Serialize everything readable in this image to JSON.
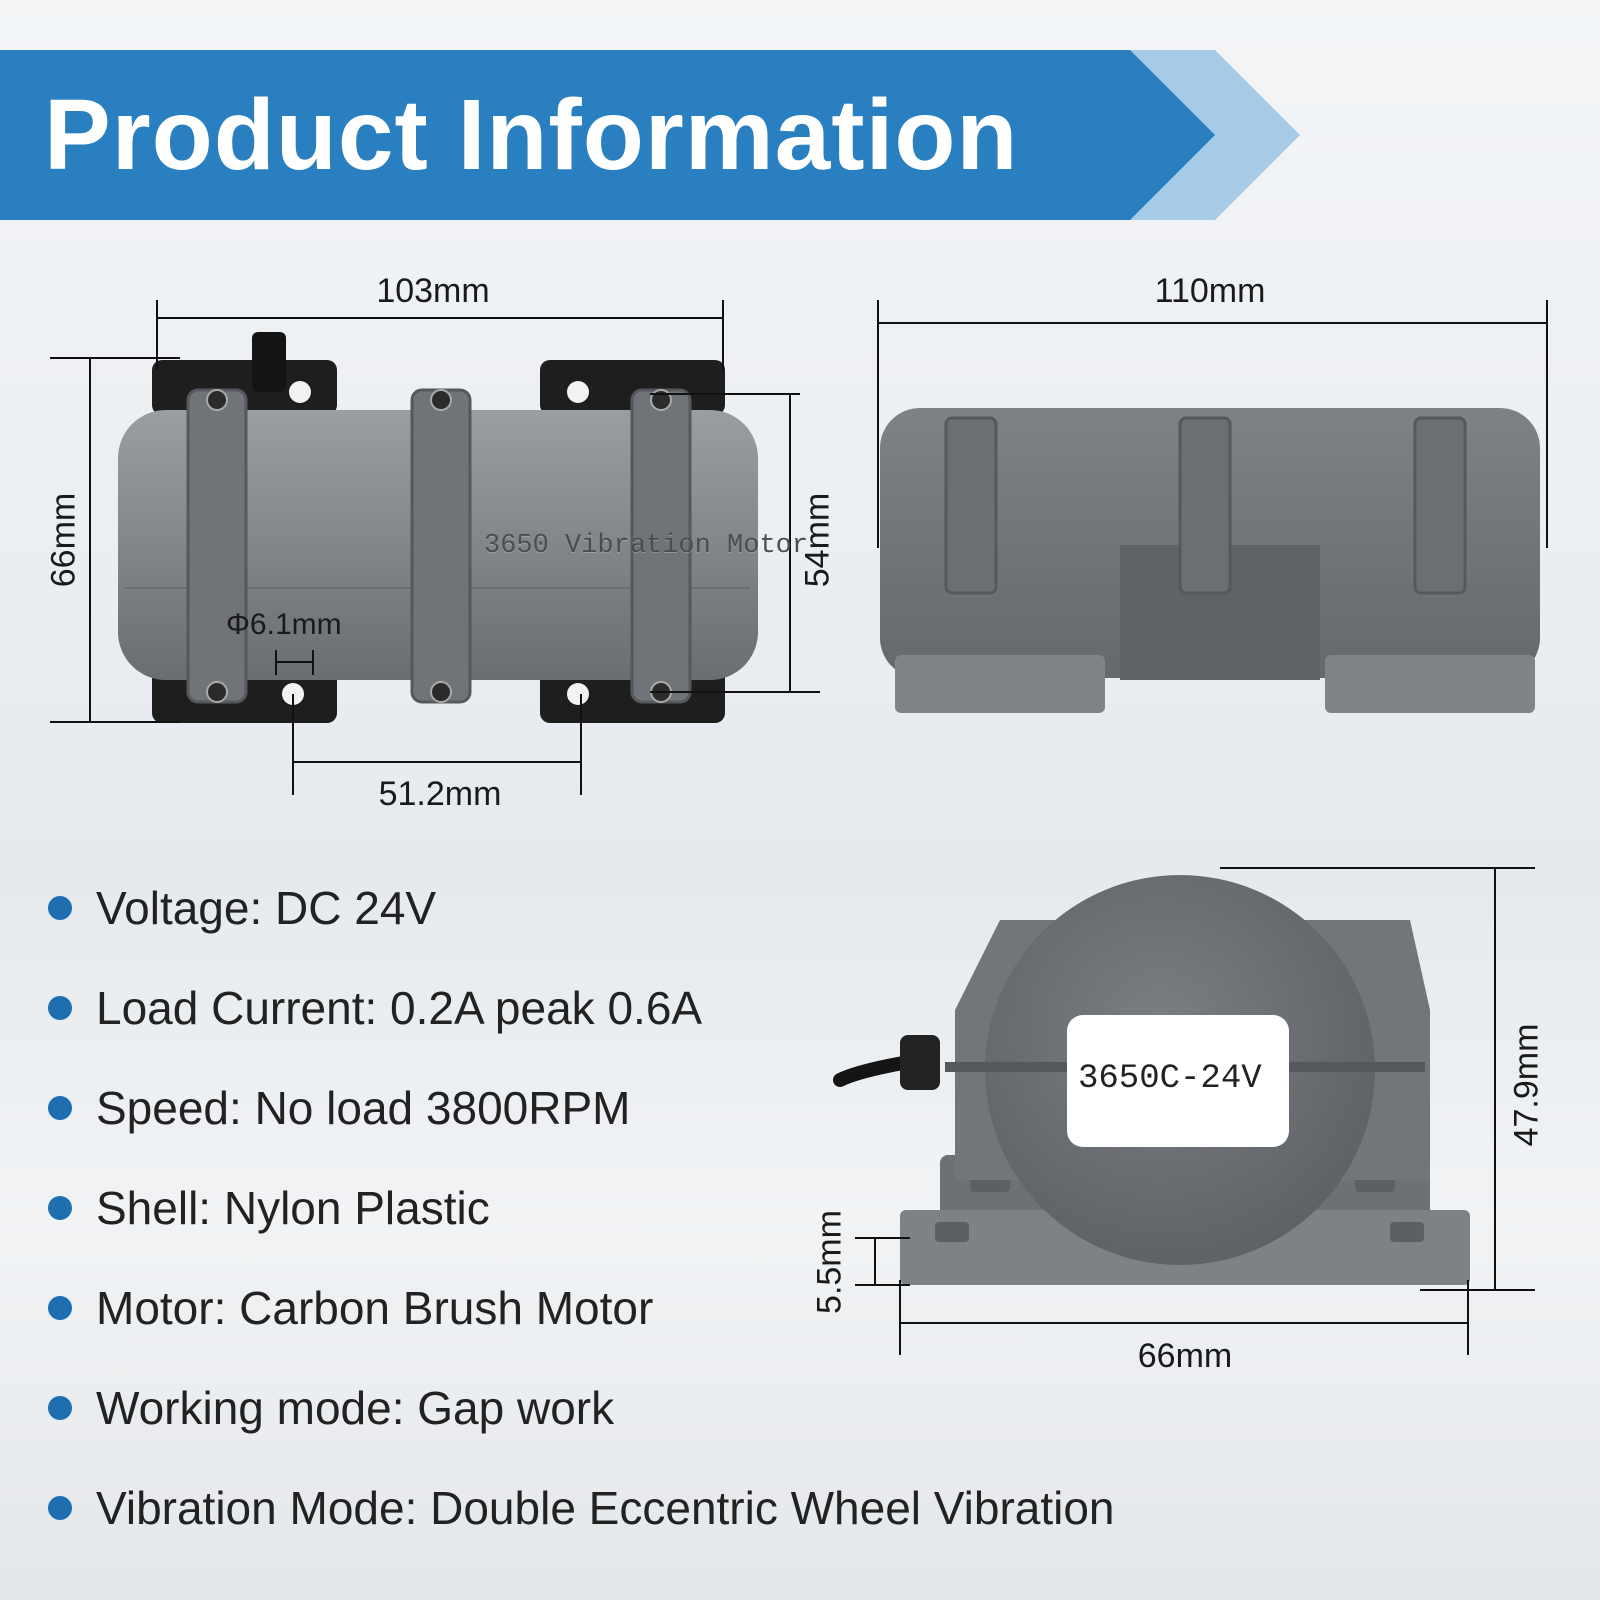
{
  "banner": {
    "title": "Product Information",
    "color": "#2a7fc0",
    "chevron_color": "#a7cbe6"
  },
  "side_view": {
    "engraving": "3650 Vibration Motor",
    "dimensions": {
      "length": "103mm",
      "height": "66mm",
      "inner_height": "54mm",
      "hole_diameter": "Φ6.1mm",
      "hole_spacing": "51.2mm"
    }
  },
  "bottom_view": {
    "dimensions": {
      "length": "110mm"
    }
  },
  "end_view": {
    "label": "3650C-24V",
    "dimensions": {
      "height": "47.9mm",
      "base_thickness": "5.5mm",
      "width": "66mm"
    }
  },
  "specs": [
    {
      "text": "Voltage: DC 24V"
    },
    {
      "text": "Load Current: 0.2A peak 0.6A"
    },
    {
      "text": "Speed: No load 3800RPM"
    },
    {
      "text": "Shell: Nylon Plastic"
    },
    {
      "text": "Motor: Carbon Brush Motor"
    },
    {
      "text": "Working mode: Gap work"
    },
    {
      "text": "Vibration Mode: Double Eccentric Wheel Vibration"
    }
  ],
  "colors": {
    "accent": "#1f6fb0",
    "motor_body": "#808488",
    "motor_dark": "#5b5f63",
    "bracket": "#1e1e1e"
  }
}
